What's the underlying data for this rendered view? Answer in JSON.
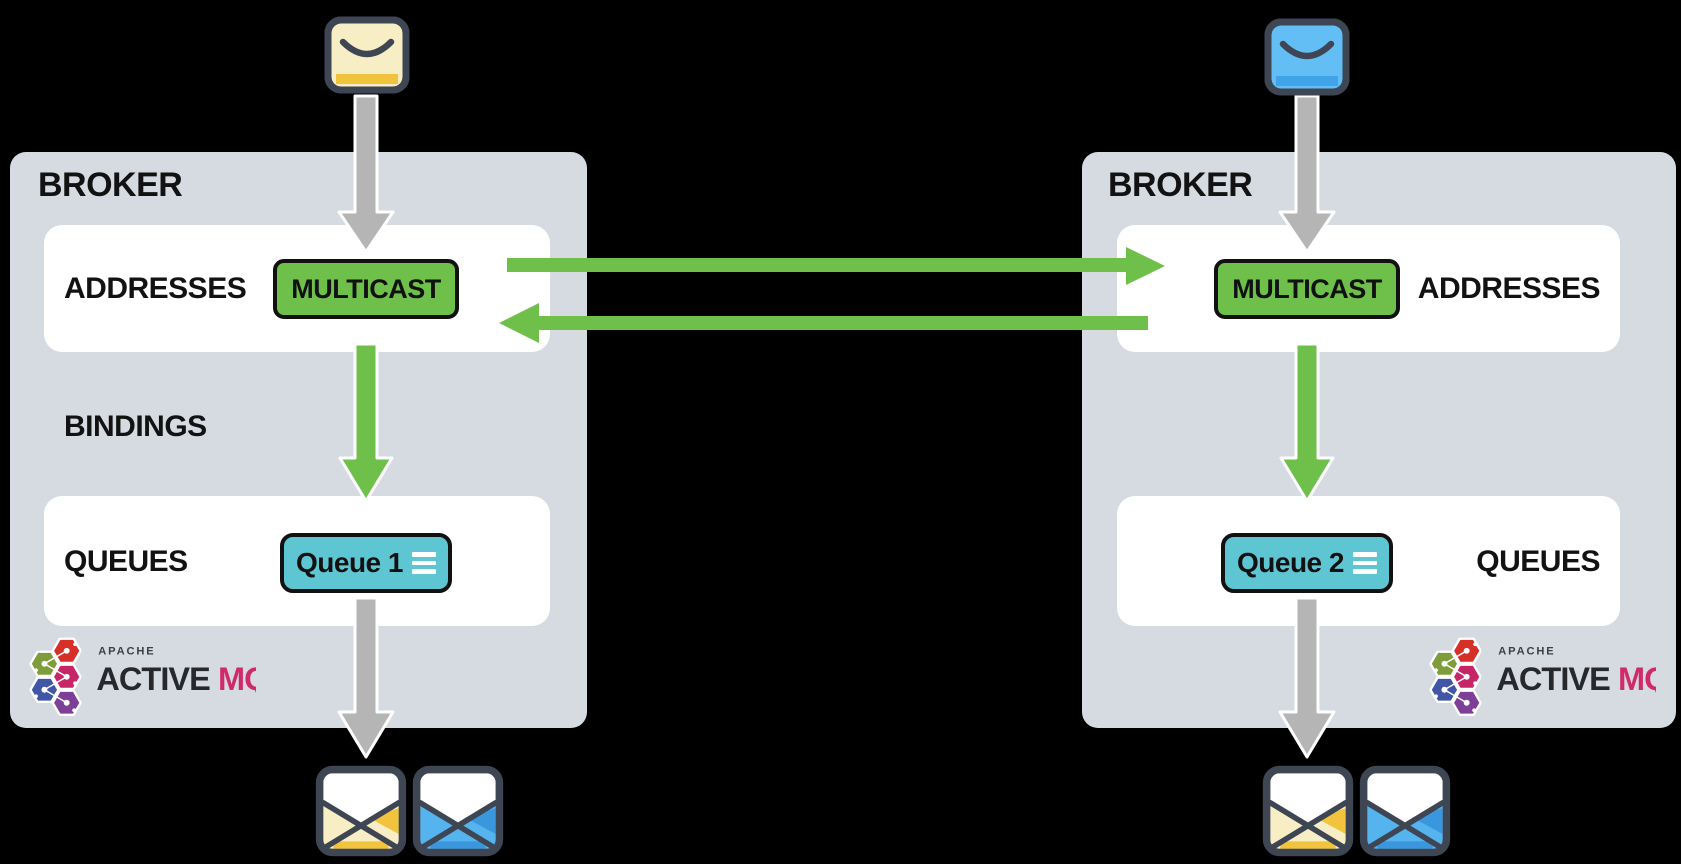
{
  "brokers": {
    "left": {
      "title": "BROKER",
      "addresses_label": "ADDRESSES",
      "multicast_label": "MULTICAST",
      "bindings_label": "BINDINGS",
      "queues_label": "QUEUES",
      "queue_name": "Queue 1"
    },
    "right": {
      "title": "BROKER",
      "addresses_label": "ADDRESSES",
      "multicast_label": "MULTICAST",
      "queues_label": "QUEUES",
      "queue_name": "Queue 2"
    }
  },
  "logo": {
    "apache_label": "APACHE",
    "name_primary": "ACTIVE",
    "name_secondary": "MQ"
  },
  "icons": {
    "top_left_producer": "closed-envelope-yellow-icon",
    "top_right_producer": "closed-envelope-blue-icon",
    "bottom_left_consumers": [
      "open-envelope-yellow-icon",
      "open-envelope-blue-icon"
    ],
    "bottom_right_consumers": [
      "open-envelope-yellow-icon",
      "open-envelope-blue-icon"
    ],
    "queue_button_icon": "list-lines-icon",
    "logo_icon": "activemq-hexagon-cluster-icon"
  },
  "colors": {
    "background": "#000000",
    "broker_panel": "#d6dbe2",
    "inner_box": "#ffffff",
    "accent_green": "#6fbf4b",
    "accent_teal": "#5ec5d2",
    "arrow_gray": "#b5b5b5",
    "icon_outline": "#3e4553",
    "envelope_yellow": "#f8eec6",
    "envelope_yellow_accent": "#f2c33c",
    "envelope_blue": "#63bef5",
    "envelope_blue_accent": "#3a97dd",
    "logo_red": "#d62f27",
    "logo_olive": "#7f9c3b",
    "logo_magenta": "#c62566",
    "logo_blue": "#4156a6",
    "logo_purple": "#7e3f97",
    "logo_mq_pink": "#cf2b6a",
    "text": "#121212"
  }
}
